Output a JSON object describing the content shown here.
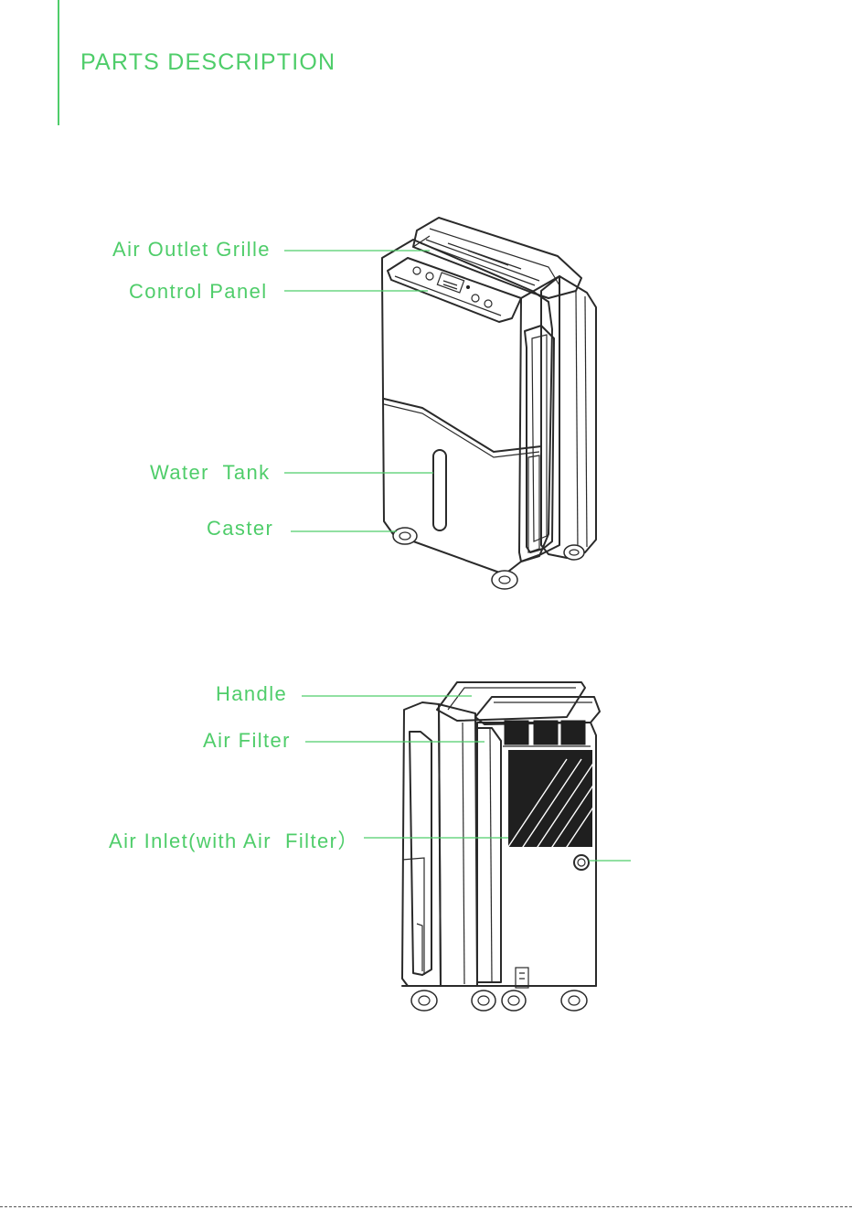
{
  "page": {
    "title": "PARTS DESCRIPTION"
  },
  "front_view": {
    "labels": {
      "air_outlet_grille": "Air Outlet Grille",
      "control_panel": "Control Panel",
      "water_tank": "Water  Tank",
      "caster": "Caster"
    }
  },
  "rear_view": {
    "labels": {
      "handle": "Handle",
      "air_filter": "Air Filter",
      "air_inlet": "Air Inlet(with Air  Filter）"
    }
  },
  "colors": {
    "accent": "#4fcd6a",
    "line_art": "#2a2a2a"
  }
}
